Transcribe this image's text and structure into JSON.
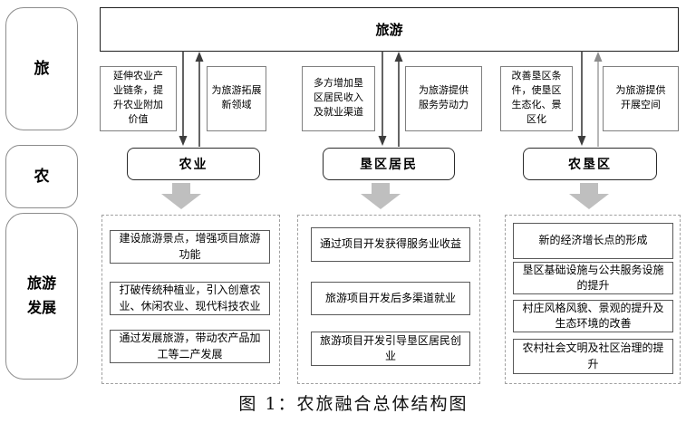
{
  "figure": {
    "caption": "图 1：农旅融合总体结构图"
  },
  "rail": {
    "items": [
      {
        "label": "旅"
      },
      {
        "label": "农"
      },
      {
        "label": "旅游发展"
      }
    ]
  },
  "top_box": {
    "label": "旅游"
  },
  "links": [
    {
      "left_box": "延伸农业产业链条，提升农业附加价值",
      "right_box": "为旅游拓展新领域"
    },
    {
      "left_box": "多方增加垦区居民收入及就业渠道",
      "right_box": "为旅游提供服务劳动力"
    },
    {
      "left_box": "改善垦区条件，使垦区生态化、景区化",
      "right_box": "为旅游提供开展空间"
    }
  ],
  "entities": [
    {
      "label": "农业"
    },
    {
      "label": "垦区居民"
    },
    {
      "label": "农垦区"
    }
  ],
  "outcome_columns": [
    {
      "items": [
        "建设旅游景点，增强项目旅游功能",
        "打破传统种植业，引入创意农业、休闲农业、现代科技农业",
        "通过发展旅游，带动农产品加工等二产发展"
      ]
    },
    {
      "items": [
        "通过项目开发获得服务业收益",
        "旅游项目开发后多渠道就业",
        "旅游项目开发引导垦区居民创业"
      ]
    },
    {
      "items": [
        "新的经济增长点的形成",
        "垦区基础设施与公共服务设施的提升",
        "村庄风格风貌、景观的提升及生态环境的改善",
        "农村社会文明及社区治理的提升"
      ]
    }
  ],
  "colors": {
    "background": "#ffffff",
    "text": "#000000",
    "strong_border": "#1f1f1f",
    "box_border": "#7f7f7f",
    "dashed_border": "#a0a0a0",
    "arrow_stroke": "#3d3d3d",
    "faded_arrow_stroke": "#9a9a9a",
    "block_arrow_fill": "#bfbfbf"
  }
}
